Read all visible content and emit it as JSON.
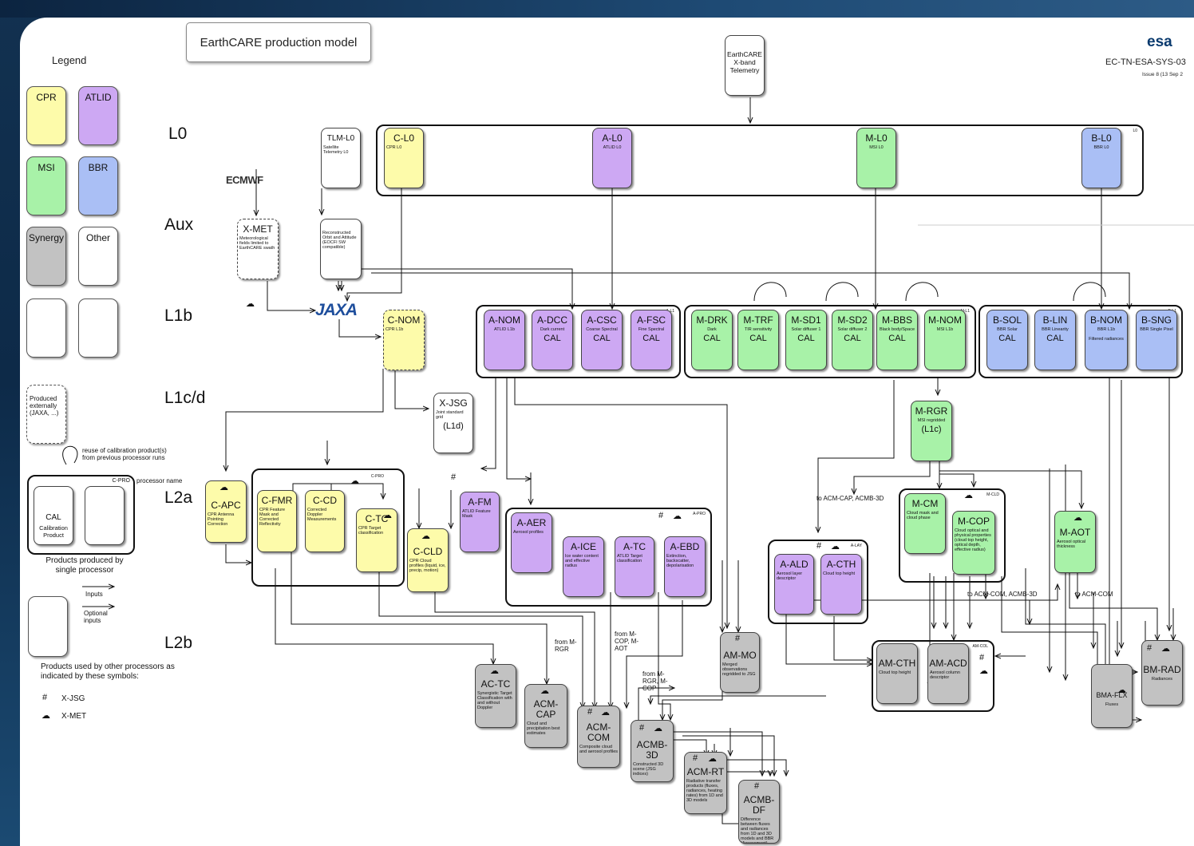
{
  "header": {
    "title": "EarthCARE production model"
  },
  "logo": {
    "text": "esa"
  },
  "doc_ref": {
    "number": "EC-TN-ESA-SYS-03",
    "issue": "Issue 8 (13 Sep 2"
  },
  "legend": {
    "title": "Legend",
    "cpr": "CPR",
    "atlid": "ATLID",
    "msi": "MSI",
    "bbr": "BBR",
    "synergy": "Synergy",
    "other": "Other",
    "produced_externally": "Produced externally (JAXA, ...)",
    "reuse_note": "reuse of calibration product(s) from previous processor runs",
    "processor_name": "processor name",
    "cpro_tag": "C-PRO",
    "cal": "CAL",
    "cal_desc": "Calibration Product",
    "single_processor": "Products produced by single processor",
    "inputs": "Inputs",
    "optional_inputs": "Optional inputs",
    "used_by": "Products used by other processors as indicated by these symbols:",
    "xjsg": "X-JSG",
    "xmet": "X-MET",
    "grid_icon": "grid-icon",
    "cloud_icon": "cloud-sun-icon"
  },
  "levels": {
    "l0": "L0",
    "aux": "Aux",
    "l1b": "L1b",
    "l1cd": "L1c/d",
    "l2a": "L2a",
    "l2b": "L2b"
  },
  "external": {
    "ecmwf": "ECMWF",
    "jaxa": "JAXA"
  },
  "group_tags": {
    "l0": "L0",
    "a_l1": "A-L1",
    "m_l1": "M-L1",
    "b_l1": "B-L1",
    "c_pro": "C-PRO",
    "a_pro": "A-PRO",
    "a_lay": "A-LAY",
    "m_cld": "M-CLD",
    "am_col": "AM-COL"
  },
  "nodes": {
    "tlm_src": {
      "title": "EarthCARE X-band Telemetry",
      "sub": ""
    },
    "tlm_l0": {
      "title": "TLM-L0",
      "sub": "Satellite Telemetry L0"
    },
    "c_l0": {
      "title": "C-L0",
      "sub": "CPR L0"
    },
    "a_l0": {
      "title": "A-L0",
      "sub": "ATLID L0"
    },
    "m_l0": {
      "title": "M-L0",
      "sub": "MSI L0"
    },
    "b_l0": {
      "title": "B-L0",
      "sub": "BBR L0"
    },
    "x_met": {
      "title": "X-MET",
      "sub": "Meteorological fields limited to EarthCARE swath"
    },
    "orbit": {
      "title": "",
      "sub": "Reconstructed Orbit and Attitude (EOCFI SW compatible)"
    },
    "c_nom": {
      "title": "C-NOM",
      "sub": "CPR L1b"
    },
    "a_nom": {
      "title": "A-NOM",
      "sub": "ATLID L1b"
    },
    "a_dcc": {
      "title": "A-DCC",
      "sub": "Dark current",
      "cal": "CAL"
    },
    "a_csc": {
      "title": "A-CSC",
      "sub": "Coarse Spectral",
      "cal": "CAL"
    },
    "a_fsc": {
      "title": "A-FSC",
      "sub": "Fine Spectral",
      "cal": "CAL"
    },
    "m_drk": {
      "title": "M-DRK",
      "sub": "Dark",
      "cal": "CAL"
    },
    "m_trf": {
      "title": "M-TRF",
      "sub": "TIR sensitivity",
      "cal": "CAL"
    },
    "m_sd1": {
      "title": "M-SD1",
      "sub": "Solar diffuser 1",
      "cal": "CAL"
    },
    "m_sd2": {
      "title": "M-SD2",
      "sub": "Solar diffuser 2",
      "cal": "CAL"
    },
    "m_bbs": {
      "title": "M-BBS",
      "sub": "Black body/Space",
      "cal": "CAL"
    },
    "m_nom": {
      "title": "M-NOM",
      "sub": "MSI L1b"
    },
    "b_sol": {
      "title": "B-SOL",
      "sub": "BBR Solar",
      "cal": "CAL"
    },
    "b_lin": {
      "title": "B-LIN",
      "sub": "BBR Linearity",
      "cal": "CAL"
    },
    "b_nom": {
      "title": "B-NOM",
      "sub": "BBR L1b",
      "extra": "Filtered radiances"
    },
    "b_sng": {
      "title": "B-SNG",
      "sub": "BBR Single Pixel"
    },
    "x_jsg": {
      "title": "X-JSG",
      "sub": "Joint standard grid",
      "lvl": "(L1d)"
    },
    "m_rgr": {
      "title": "M-RGR",
      "sub": "MSI regridded",
      "lvl": "(L1c)"
    },
    "c_apc": {
      "title": "C-APC",
      "sub": "CPR Antenna Pointing Correction"
    },
    "c_fmr": {
      "title": "C-FMR",
      "sub": "CPR Feature Mask and Corrected Reflectivity"
    },
    "c_cd": {
      "title": "C-CD",
      "sub": "Corrected Doppler Measurements"
    },
    "c_tc": {
      "title": "C-TC",
      "sub": "CPR Target classification"
    },
    "c_cld": {
      "title": "C-CLD",
      "sub": "CPR Cloud profiles (liquid, ice, precip, motion)"
    },
    "a_fm": {
      "title": "A-FM",
      "sub": "ATLID Feature Mask"
    },
    "a_aer": {
      "title": "A-AER",
      "sub": "Aerosol profiles"
    },
    "a_ice": {
      "title": "A-ICE",
      "sub": "Ice water content and effective radius"
    },
    "a_tc": {
      "title": "A-TC",
      "sub": "ATLID Target classification"
    },
    "a_ebd": {
      "title": "A-EBD",
      "sub": "Extinction, backscatter, depolarisation"
    },
    "a_ald": {
      "title": "A-ALD",
      "sub": "Aerosol layer descriptor"
    },
    "a_cth": {
      "title": "A-CTH",
      "sub": "Cloud top height"
    },
    "m_cm": {
      "title": "M-CM",
      "sub": "Cloud mask and cloud phase"
    },
    "m_cop": {
      "title": "M-COP",
      "sub": "Cloud optical and physical properties (cloud top height, optical depth, effective radius)"
    },
    "m_aot": {
      "title": "M-AOT",
      "sub": "Aerosol optical thickness"
    },
    "am_mo": {
      "title": "AM-MO",
      "sub": "Merged observations regridded to JSG"
    },
    "am_cth": {
      "title": "AM-CTH",
      "sub": "Cloud top height"
    },
    "am_acd": {
      "title": "AM-ACD",
      "sub": "Aerosol column descriptor"
    },
    "bm_rad": {
      "title": "BM-RAD",
      "sub": "Radiances"
    },
    "bma_flx": {
      "title": "BMA-FLX",
      "sub": "Fluxes"
    },
    "ac_tc": {
      "title": "AC-TC",
      "sub": "Synergistic Target Classification with and without Doppler"
    },
    "acm_cap": {
      "title": "ACM-CAP",
      "sub": "Cloud and precipitation best estimates"
    },
    "acm_com": {
      "title": "ACM-COM",
      "sub": "Composite cloud and aerosol profiles"
    },
    "acmb_3d": {
      "title": "ACMB-3D",
      "sub": "Constructed 3D scene (JSG indices)"
    },
    "acm_rt": {
      "title": "ACM-RT",
      "sub": "Radiative transfer products (fluxes, radiances, heating rates) from 1D and 3D models"
    },
    "acmb_df": {
      "title": "ACMB-DF",
      "sub": "Difference between fluxes and radiances from 1D and 3D models and BBR (Assessment)"
    }
  },
  "annotations": {
    "to_acm_cap": "to ACM-CAP, ACMB-3D",
    "to_acm_com": "to ACM-COM, ACMB-3D",
    "to_acm_com2": "to ACM-COM",
    "from_mrgr": "from M-RGR",
    "from_mcop": "from M-COP, M-AOT",
    "from_mrgr_mcop": "from M-RGR, M-COP"
  },
  "colors": {
    "cpr": "#fdfbaa",
    "atlid": "#cda8f3",
    "msi": "#a8f2a8",
    "bbr": "#aabff5",
    "synergy": "#c2c2c2",
    "other": "#ffffff"
  }
}
